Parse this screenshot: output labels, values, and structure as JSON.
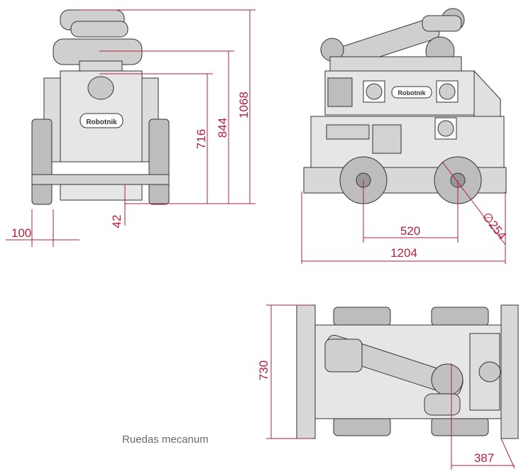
{
  "colors": {
    "dimension": "#b3203c",
    "outline": "#333333",
    "body_fill": "#e6e6e6",
    "panel_fill": "#d2d2d2",
    "wheel_fill": "#bdbdbd",
    "arm_fill": "#cfcfcf",
    "caption_text": "#6a6a6a"
  },
  "logo": {
    "text": "Robotnik"
  },
  "dimensions": {
    "front_height_total": "1068",
    "front_height_arm_base": "844",
    "front_height_body": "716",
    "front_ground_clearance": "42",
    "front_wheel_width": "100",
    "side_wheelbase": "520",
    "side_total_length": "1204",
    "side_wheel_diameter": "∅254",
    "top_total_width": "730",
    "top_offset": "387"
  },
  "caption": "Ruedas mecanum"
}
